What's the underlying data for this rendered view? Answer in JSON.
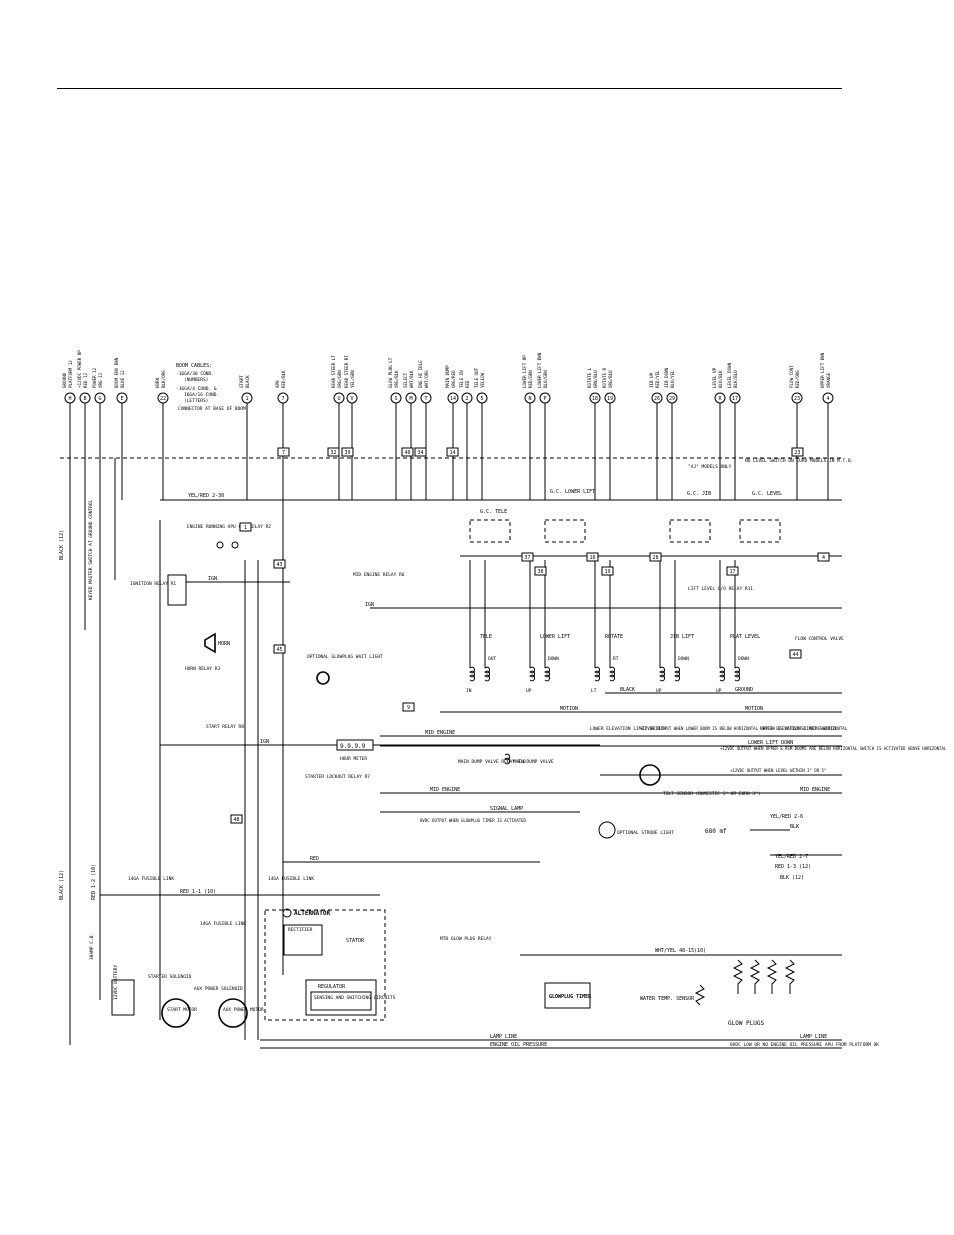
{
  "top_connectors": [
    {
      "id": "H",
      "label": "GROUND\nPLATFORM 12"
    },
    {
      "id": "B",
      "label": "+12VDC POWER UP\nRED 12"
    },
    {
      "id": "G",
      "label": "POWER 12\nORG 12"
    },
    {
      "id": "E",
      "label": "BOOM ENV DWN\nBLUE 12"
    },
    {
      "id": "22",
      "label": "HORN\nBLK/ORG"
    },
    {
      "id": "1",
      "label": "START\nBLACK"
    },
    {
      "id": "7",
      "label": "APU\nRED/BLK"
    },
    {
      "id": "U",
      "label": "REAR STEER LT\nORG/GRN"
    },
    {
      "id": "V",
      "label": "REAR STEER RT\nYEL/GRN"
    },
    {
      "id": "S",
      "label": "GLOW PLUG LT\nORG/BLK"
    },
    {
      "id": "M",
      "label": "SELECT\nWHT/BLK"
    },
    {
      "id": "T",
      "label": "ENG HI IDLE\nWHT/ORG"
    },
    {
      "id": "14",
      "label": "MAIN DUMP\nORG/RED"
    },
    {
      "id": "2",
      "label": "TELE IN\nRED"
    },
    {
      "id": "5",
      "label": "TELE OUT\nYELLOW"
    },
    {
      "id": "N",
      "label": "LOWER LIFT UP\nRED/GRN"
    },
    {
      "id": "P",
      "label": "LOWER LIFT DWN\nBLU/GRN"
    },
    {
      "id": "18",
      "label": "ROTATE L\nGRN/BLU"
    },
    {
      "id": "19",
      "label": "ROTATE R\nORG/BLU"
    },
    {
      "id": "26",
      "label": "JIB UP\nRED/YEL"
    },
    {
      "id": "29",
      "label": "JIB DOWN\nBLU/YEL"
    },
    {
      "id": "R",
      "label": "LEVEL UP\nBLU/BLK"
    },
    {
      "id": "17",
      "label": "LEVEL DOWN\nBLK/BLU"
    },
    {
      "id": "23",
      "label": "FLOW CONT\nRED/ORG"
    },
    {
      "id": "4",
      "label": "UPPER LIFT DWN\nORANGE"
    }
  ],
  "boom_cables": {
    "title": "BOOM CABLES:",
    "line1": "-16GA/30 COND.",
    "line2": "(NUMBERS)",
    "line3": "-16GA/4 COND. &",
    "line4": "16GA/16 COND.",
    "line5": "(LETTERS)",
    "connector": "CONNECTOR AT BASE OF BOOM"
  },
  "components": {
    "engine_running_relay": "ENGINE RUNNING APU C/O RELAY R2",
    "ignition_relay": "IGNITION RELAY R1",
    "horn": "HORN",
    "horn_relay": "HORN RELAY R3",
    "mid_engine_relay": "MID ENGINE RELAY R6",
    "optional_glowplug": "OPTIONAL GLOWPLUG WAIT LIGHT",
    "start_relay": "START RELAY R8",
    "starter_lockout": "STARTER LOCKOUT RELAY R7",
    "hour_meter": "HOUR METER",
    "hour_meter_digits": "9.9.9.9",
    "main_dump_relay": "MAIN DUMP VALVE RELAY R10",
    "main_dump_valve": "MAIN DUMP VALVE",
    "lower_elevation": "LOWER ELEVATION LIMIT SWITCH",
    "upper_elevation": "UPPER ELEVATION LIMIT SWITCH",
    "tilt_sensor": "TILT SENSOR (DOMESTIC 5° OR EURO 3°)",
    "strobe": "OPTIONAL STROBE LIGHT",
    "alternator": "ALTERNATOR",
    "rectifier": "RECTIFIER",
    "stator": "STATOR",
    "regulator": "REGULATOR",
    "sensing": "SENSING AND SWITCHING CIRCUITS",
    "glow_relay": "MTB GLOW PLUG RELAY",
    "glowplug_timer": "GLOWPLUG TIMER",
    "water_temp": "WATER TEMP. SENSOR",
    "glow_plugs": "GLOW PLUGS",
    "start_motor": "START MOTOR",
    "aux_motor": "AUX POWER MOTOR",
    "starter_solenoid": "STARTER SOLENOID",
    "aux_solenoid": "AUX POWER SOLENOID",
    "battery": "12VDC BATTERY",
    "cb": "30AMP C.B.",
    "fusible1": "14GA FUSIBLE LINK",
    "fusible2": "14GA FUSIBLE LINK",
    "fusible3": "14GA FUSIBLE LINK",
    "keyed_master": "KEYED MASTER SWITCH AT GROUND CONTROL",
    "gc_tele": "G.C. TELE",
    "gc_lower_lift": "G.C. LOWER LIFT",
    "gc_jib": "G.C. JIB",
    "gc_level": "G.C. LEVEL",
    "lift_level_relay": "LIFT LEVEL C/O RELAY R11",
    "aj_only": "\"AJ\" MODELS ONLY",
    "no_level_switch": "NO LEVEL SWITCH ON EURO MODELS IN M.T.B.",
    "flow_control": "FLOW CONTROL VALVE"
  },
  "bus_labels": {
    "yel_red_230": "YEL/RED 2-30",
    "ign": "IGN",
    "motion": "MOTION",
    "mid_engine": "MID ENGINE",
    "lower_lift_down": "LOWER LIFT DOWN",
    "signal_lamp": "SIGNAL LAMP",
    "lamp_line": "LAMP LINE",
    "engine_oil": "ENGINE OIL PRESSURE",
    "low_oil_note": "0VDC LOW OR NO ENGINE OIL PRESSURE APU FROM PLATFORM OK",
    "ground": "GROUND",
    "black": "BLACK",
    "glow_note": "0VDC OUTPUT WHEN GLOWPLUG TIMER IS ACTIVATED",
    "lower_note": "+12VDC OUTPUT WHEN LOWER BOOM IS BELOW HORIZONTAL SWITCH IS ACTIVATED ABOVE HORIZONTAL",
    "upper_note": "+12VDC OUTPUT WHEN UPPER & RSM BOOMS ARE BELOW HORIZONTAL SWITCH IS ACTIVATED ABOVE HORIZONTAL",
    "tilt_note": "+12VDC OUTPUT WHEN LEVEL WITHIN 3° OR 5°",
    "ohm": "680 mf"
  },
  "valves": [
    {
      "name": "TELE",
      "a": "IN",
      "b": "OUT"
    },
    {
      "name": "LOWER LIFT",
      "a": "UP",
      "b": "DOWN"
    },
    {
      "name": "ROTATE",
      "a": "LT",
      "b": "RT"
    },
    {
      "name": "JIB LIFT",
      "a": "UP",
      "b": "DOWN"
    },
    {
      "name": "PLAT LEVEL",
      "a": "UP",
      "b": "DOWN"
    }
  ],
  "wire_numbers": [
    "32",
    "39",
    "40",
    "34",
    "14",
    "37",
    "38",
    "16",
    "19",
    "28",
    "17",
    "44",
    "23",
    "4",
    "9",
    "45",
    "48",
    "43",
    "1",
    "7"
  ]
}
